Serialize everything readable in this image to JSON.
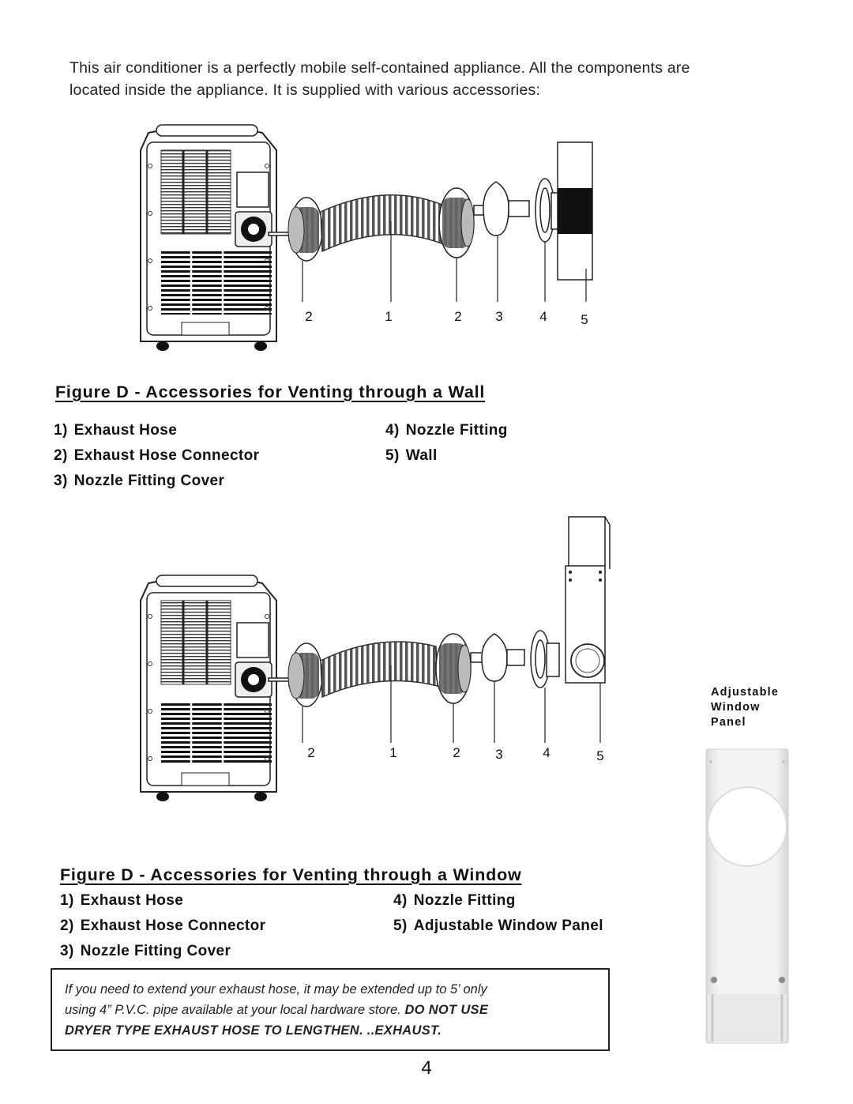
{
  "intro": {
    "line1": "This air conditioner is a perfectly mobile self-contained appliance. All the components are",
    "line2": "located inside the appliance. It is supplied with various accessories:"
  },
  "figure_wall": {
    "callouts": [
      "2",
      "1",
      "2",
      "3",
      "4",
      "5"
    ],
    "title": "Figure D - Accessories for Venting through a Wall",
    "items": [
      {
        "num": "1)",
        "label": "Exhaust Hose"
      },
      {
        "num": "2)",
        "label": "Exhaust Hose Connector"
      },
      {
        "num": "3)",
        "label": "Nozzle Fitting Cover"
      },
      {
        "num": "4)",
        "label": "Nozzle Fitting"
      },
      {
        "num": "5)",
        "label": "Wall"
      }
    ]
  },
  "figure_window": {
    "callouts": [
      "2",
      "1",
      "2",
      "3",
      "4",
      "5"
    ],
    "title": "Figure D - Accessories for Venting through a Window",
    "items": [
      {
        "num": "1)",
        "label": "Exhaust Hose"
      },
      {
        "num": "2)",
        "label": "Exhaust Hose Connector"
      },
      {
        "num": "3)",
        "label": "Nozzle Fitting Cover"
      },
      {
        "num": "4)",
        "label": "Nozzle Fitting"
      },
      {
        "num": "5)",
        "label": "Adjustable Window Panel"
      }
    ]
  },
  "panel_label": {
    "line1": "Adjustable",
    "line2": "Window",
    "line3": "Panel"
  },
  "note": {
    "line1": "If you need to extend your exhaust hose, it may be extended up to 5’ only",
    "line2_plain": "using 4” P.V.C. pipe available at your local hardware store. ",
    "line2_bold": "DO NOT USE",
    "line3_bold": "DRYER TYPE EXHAUST HOSE TO LENGTHEN. ..EXHAUST."
  },
  "page_number": "4"
}
